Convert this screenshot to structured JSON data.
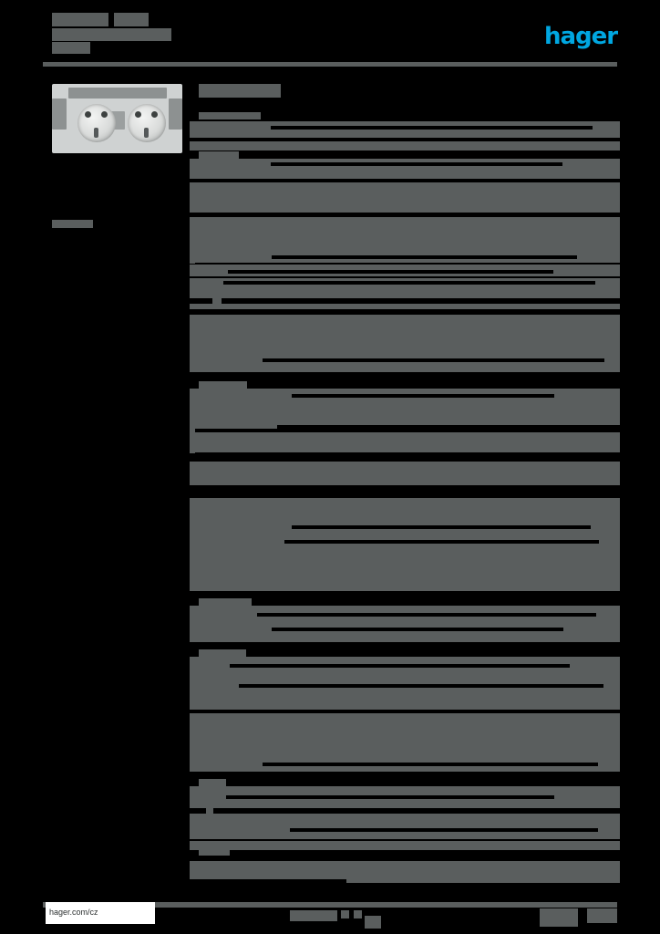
{
  "document": {
    "kind": "product-datasheet",
    "redacted": true,
    "page_background": "#000000",
    "redaction_color": "#5a5e5e"
  },
  "brand": {
    "logo_text": "hager",
    "logo_color": "#00a7e1"
  },
  "header": {
    "title_line_1": "",
    "title_line_2": "",
    "title_line_3": "",
    "title_line_4": ""
  },
  "left_column": {
    "product_image_alt": "double schuko socket outlet insert",
    "caption": ""
  },
  "main": {
    "heading": "",
    "sections": [
      {
        "title": "",
        "rows": [
          {
            "label": "",
            "value": ""
          }
        ]
      },
      {
        "title": "",
        "rows": [
          {
            "label": "",
            "value": ""
          }
        ]
      },
      {
        "title": "",
        "rows": [
          {
            "label": "",
            "value": ""
          }
        ]
      },
      {
        "title": "",
        "rows": [
          {
            "label": "",
            "value": ""
          }
        ]
      },
      {
        "title": "",
        "rows": [
          {
            "label": "",
            "value": ""
          }
        ]
      },
      {
        "title": "",
        "rows": [
          {
            "label": "",
            "value": ""
          }
        ]
      },
      {
        "title": "",
        "rows": [
          {
            "label": "",
            "value": ""
          }
        ]
      },
      {
        "title": "",
        "rows": [
          {
            "label": "",
            "value": ""
          }
        ]
      }
    ]
  },
  "footer": {
    "url": "hager.com/cz",
    "center_text": "",
    "page_number": ""
  }
}
